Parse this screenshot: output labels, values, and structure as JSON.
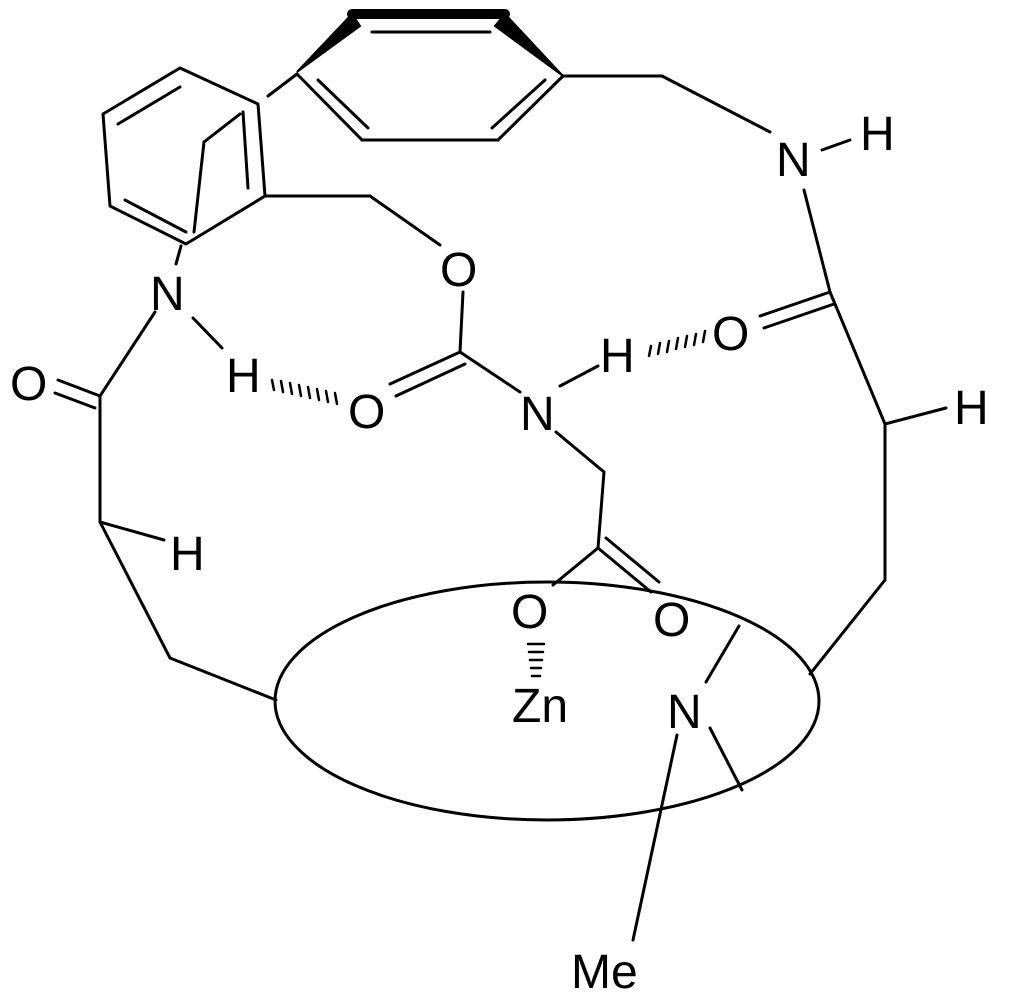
{
  "atoms": {
    "nh_top_n": "N",
    "nh_top_h": "H",
    "nh_left_n": "N",
    "h_left_nh": "H",
    "o_carbamate_ester": "O",
    "o_carbamate_carbonyl": "O",
    "n_center": "N",
    "h_center_n": "H",
    "o_right_carbonyl": "O",
    "h_right_alpha": "H",
    "o_left_carbonyl": "O",
    "h_left_alpha": "H",
    "o_carboxylate_left": "O",
    "o_carboxylate_right": "O",
    "zn": "Zn",
    "n_tertiary": "N",
    "methyl": "Me"
  },
  "colors": {
    "ink": "#000000",
    "background": "#ffffff"
  }
}
